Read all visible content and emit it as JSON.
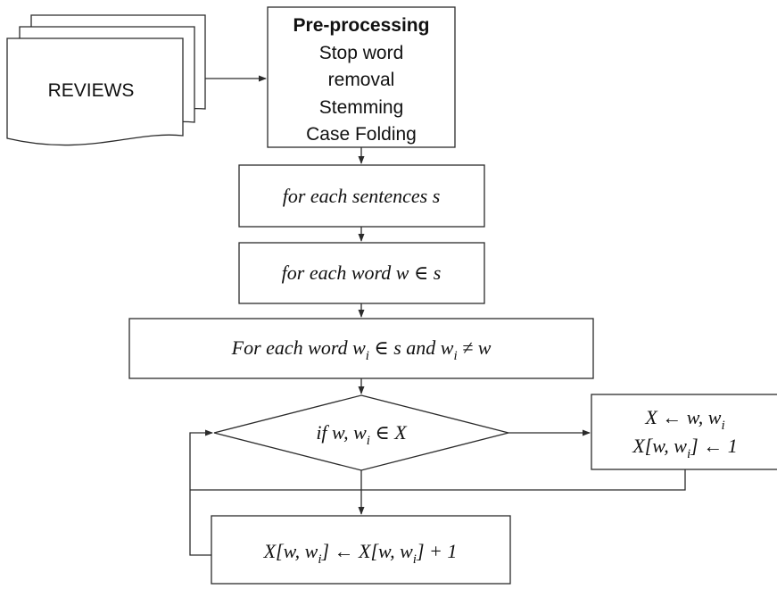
{
  "documents": {
    "label": "REVIEWS"
  },
  "preprocessing": {
    "title": "Pre-processing",
    "lines": [
      "Stop word",
      "removal",
      "Stemming",
      "Case Folding"
    ]
  },
  "loops": {
    "sentences": "for each sentences s",
    "words": "for each word w ∈ s",
    "pairs": {
      "main": "For each word w",
      "sub1": "i",
      "mid": " ∈ s and w",
      "sub2": "i",
      "end": " ≠ w"
    }
  },
  "decision": {
    "main": "if w, w",
    "sub": "i",
    "end": " ∈ X"
  },
  "init_box": {
    "line1": {
      "main": "X ← w, w",
      "sub": "i",
      "end": ""
    },
    "line2": {
      "main": "X[w, w",
      "sub": "i",
      "end": "] ← 1"
    }
  },
  "increment_box": {
    "p1": "X[w, w",
    "s1": "i",
    "p2": "] ← X[w, w",
    "s2": "i",
    "p3": "] + 1"
  }
}
